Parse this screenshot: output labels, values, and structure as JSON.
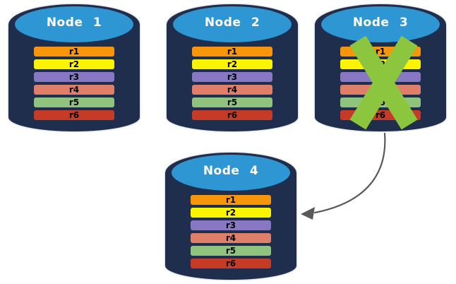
{
  "diagram": {
    "background": "#FFFFFF"
  },
  "colors": {
    "cylinder_body": "#1F2E4D",
    "cylinder_top": "#2E96D3",
    "title_text": "#FFFFFF",
    "row_text": "#000000"
  },
  "nodes": [
    {
      "title": "Node 1",
      "failed": false,
      "rows": [
        {
          "label": "r1",
          "color": "#F7950B"
        },
        {
          "label": "r2",
          "color": "#FBF400"
        },
        {
          "label": "r3",
          "color": "#8878C3"
        },
        {
          "label": "r4",
          "color": "#DF7F6A"
        },
        {
          "label": "r5",
          "color": "#90C47E"
        },
        {
          "label": "r6",
          "color": "#C63B25"
        }
      ]
    },
    {
      "title": "Node 2",
      "failed": false,
      "rows": [
        {
          "label": "r1",
          "color": "#F7950B"
        },
        {
          "label": "r2",
          "color": "#FBF400"
        },
        {
          "label": "r3",
          "color": "#8878C3"
        },
        {
          "label": "r4",
          "color": "#DF7F6A"
        },
        {
          "label": "r5",
          "color": "#90C47E"
        },
        {
          "label": "r6",
          "color": "#C63B25"
        }
      ]
    },
    {
      "title": "Node 3",
      "failed": true,
      "rows": [
        {
          "label": "r1",
          "color": "#F7950B"
        },
        {
          "label": "r2",
          "color": "#FBF400"
        },
        {
          "label": "r3",
          "color": "#8878C3"
        },
        {
          "label": "r4",
          "color": "#DF7F6A"
        },
        {
          "label": "r5",
          "color": "#90C47E"
        },
        {
          "label": "r6",
          "color": "#C63B25"
        }
      ]
    },
    {
      "title": "Node 4",
      "failed": false,
      "rows": [
        {
          "label": "r1",
          "color": "#F7950B"
        },
        {
          "label": "r2",
          "color": "#FBF400"
        },
        {
          "label": "r3",
          "color": "#8878C3"
        },
        {
          "label": "r4",
          "color": "#DF7F6A"
        },
        {
          "label": "r5",
          "color": "#90C47E"
        },
        {
          "label": "r6",
          "color": "#C63B25"
        }
      ]
    }
  ],
  "failure_marker": {
    "on_node": "Node 3",
    "icon": "x-cross",
    "color": "#8CC63F"
  },
  "arrow": {
    "from": "Node 3",
    "to": "Node 4",
    "color": "#595959"
  }
}
